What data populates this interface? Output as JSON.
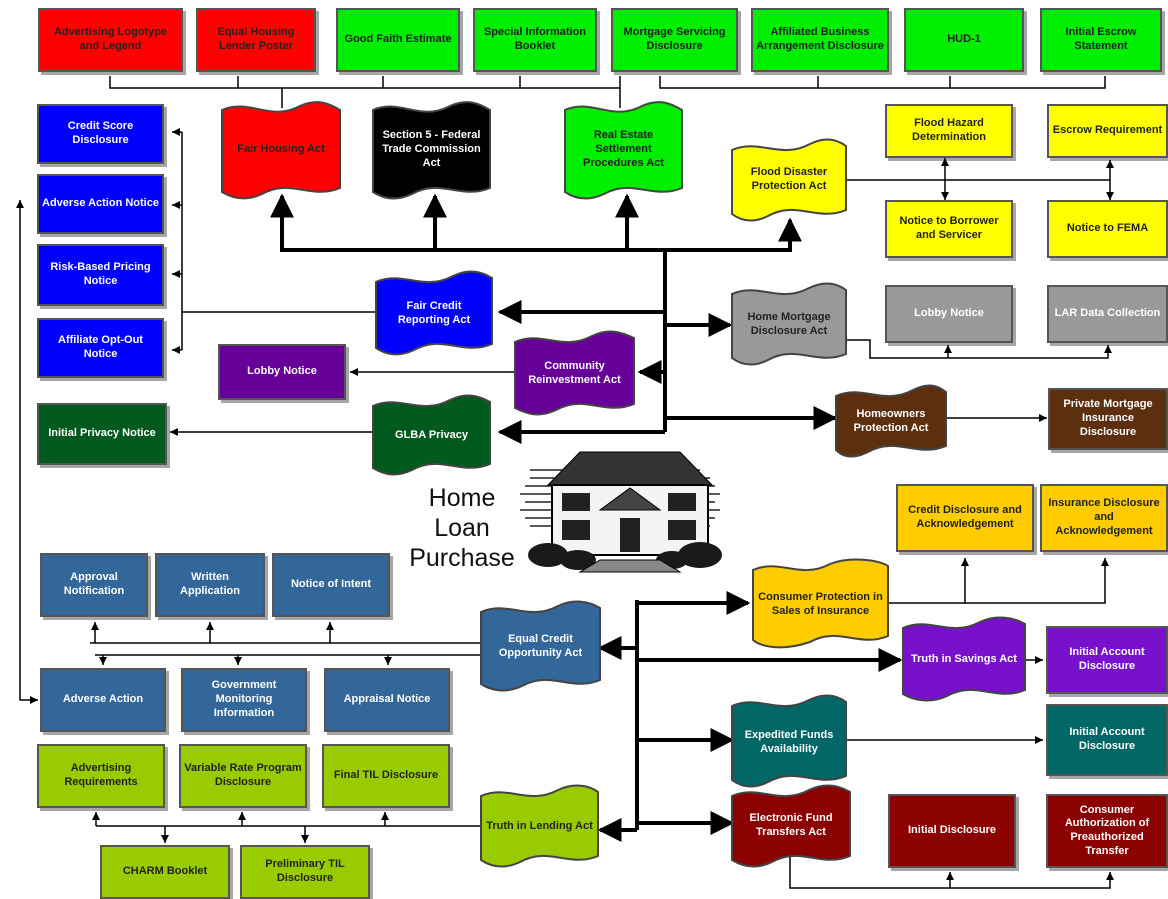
{
  "center": {
    "line1": "Home",
    "line2": "Loan",
    "line3": "Purchase"
  },
  "colors": {
    "red": "#ff0000",
    "green": "#00ee00",
    "blue": "#0000ff",
    "yellow": "#ffff00",
    "black": "#000000",
    "gray": "#999999",
    "purple": "#660099",
    "darkgreen": "#005a1e",
    "brown": "#5c2f0e",
    "steel": "#336699",
    "lime": "#99cc00",
    "gold": "#ffcc00",
    "violet": "#7711cc",
    "teal": "#006666",
    "maroon": "#8b0000"
  },
  "nodes": {
    "advertising_logotype": "Advertising Logotype and Legend",
    "equal_housing_poster": "Equal Housing Lender Poster",
    "good_faith_estimate": "Good Faith Estimate",
    "special_info_booklet": "Special Information Booklet",
    "mortgage_servicing": "Mortgage Servicing Disclosure",
    "affiliated_business": "Affiliated Business Arrangement Disclosure",
    "hud1": "HUD-1",
    "initial_escrow": "Initial Escrow Statement",
    "credit_score": "Credit Score Disclosure",
    "adverse_action_notice": "Adverse Action Notice",
    "risk_based_pricing": "Risk-Based Pricing Notice",
    "affiliate_optout": "Affiliate Opt-Out Notice",
    "fair_housing_act": "Fair Housing Act",
    "section5_ftc": "Section 5 - Federal Trade Commission Act",
    "respa": "Real Estate Settlement Procedures Act",
    "flood_disaster": "Flood Disaster Protection Act",
    "flood_hazard": "Flood Hazard Determination",
    "escrow_requirement": "Escrow Requirement",
    "notice_borrower": "Notice to Borrower and Servicer",
    "notice_fema": "Notice to FEMA",
    "fcra": "Fair Credit Reporting Act",
    "hmda": "Home Mortgage Disclosure Act",
    "hmda_lobby": "Lobby Notice",
    "lar_data": "LAR Data Collection",
    "cra_lobby": "Lobby Notice",
    "cra": "Community Reinvestment Act",
    "homeowners_protection": "Homeowners Protection Act",
    "pmi_disclosure": "Private Mortgage Insurance Disclosure",
    "initial_privacy": "Initial Privacy Notice",
    "glba": "GLBA Privacy",
    "credit_disclosure_ack": "Credit Disclosure and Acknowledgement",
    "insurance_disclosure_ack": "Insurance Disclosure and Acknowledgement",
    "approval_notification": "Approval Notification",
    "written_application": "Written Application",
    "notice_of_intent": "Notice of Intent",
    "consumer_protection_insurance": "Consumer Protection in Sales of Insurance",
    "ecoa": "Equal Credit Opportunity Act",
    "truth_in_savings": "Truth in Savings Act",
    "tisa_initial_account": "Initial Account Disclosure",
    "adverse_action": "Adverse Action",
    "gov_monitoring": "Government Monitoring Information",
    "appraisal_notice": "Appraisal Notice",
    "expedited_funds": "Expedited Funds Availability",
    "efa_initial_account": "Initial Account Disclosure",
    "advertising_requirements": "Advertising Requirements",
    "variable_rate": "Variable Rate Program Disclosure",
    "final_til": "Final TIL Disclosure",
    "tila": "Truth in Lending Act",
    "eft_act": "Electronic Fund Transfers Act",
    "eft_initial": "Initial Disclosure",
    "consumer_authorization": "Consumer Authorization of Preauthorized Transfer",
    "charm_booklet": "CHARM Booklet",
    "preliminary_til": "Preliminary TIL Disclosure"
  }
}
